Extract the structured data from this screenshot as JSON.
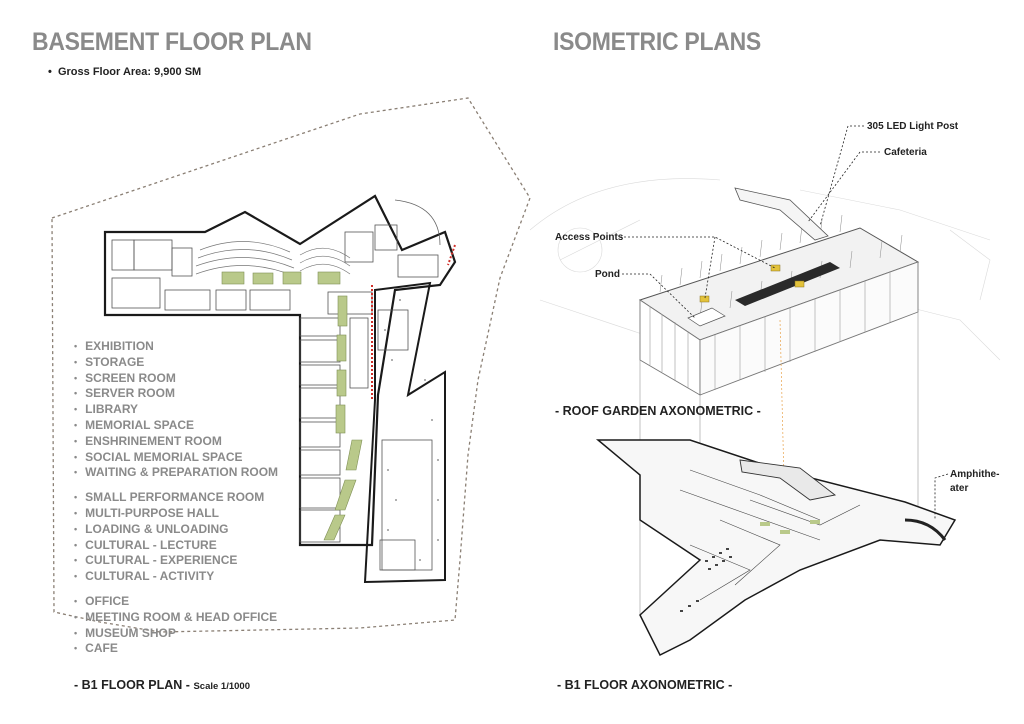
{
  "titles": {
    "left": "BASEMENT FLOOR PLAN",
    "right": "ISOMETRIC PLANS"
  },
  "gross_floor_area": "Gross Floor Area: 9,900 SM",
  "legend": {
    "group1": [
      "EXHIBITION",
      "STORAGE",
      "SCREEN ROOM",
      "SERVER ROOM",
      "LIBRARY",
      "MEMORIAL SPACE",
      "ENSHRINEMENT ROOM",
      "SOCIAL MEMORIAL SPACE",
      "WAITING & PREPARATION ROOM"
    ],
    "group2": [
      "SMALL PERFORMANCE ROOM",
      "MULTI-PURPOSE HALL",
      "LOADING & UNLOADING",
      "CULTURAL - LECTURE",
      "CULTURAL - EXPERIENCE",
      "CULTURAL - ACTIVITY"
    ],
    "group3": [
      "OFFICE",
      "MEETING ROOM & HEAD OFFICE",
      "MUSEUM SHOP",
      "CAFE"
    ]
  },
  "captions": {
    "b1_plan": "- B1 FLOOR PLAN -",
    "b1_plan_scale": "Scale 1/1000",
    "roof": "- ROOF GARDEN AXONOMETRIC -",
    "b1_axo": "- B1 FLOOR AXONOMETRIC -"
  },
  "callouts": {
    "led": "305 LED Light Post",
    "cafeteria": "Cafeteria",
    "access": "Access Points",
    "pond": "Pond",
    "amph_line1": "Amphithe-",
    "amph_line2": "ater"
  },
  "colors": {
    "title": "#8a8a8a",
    "wall": "#1a1a1a",
    "green": "#b9c98a",
    "red_path": "#d0302a",
    "site_boundary": "#8a7f74",
    "access_marker": "#e3c23a"
  }
}
